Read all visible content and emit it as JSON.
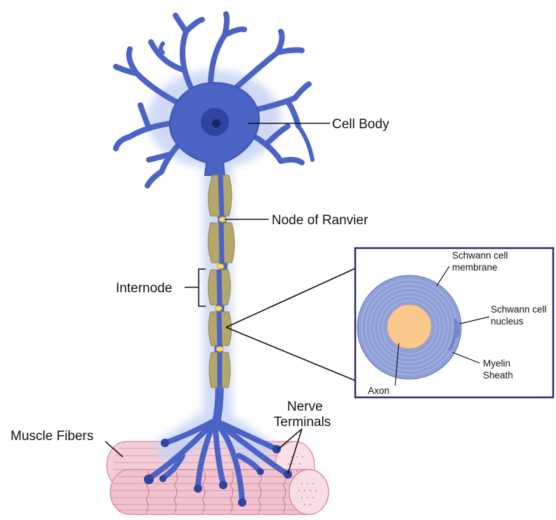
{
  "labels": {
    "cell_body": "Cell Body",
    "node_of_ranvier": "Node of Ranvier",
    "internode": "Internode",
    "muscle_fibers": "Muscle Fibers",
    "nerve_terminals_line1": "Nerve",
    "nerve_terminals_line2": "Terminals"
  },
  "inset": {
    "schwann_membrane_line1": "Schwann cell",
    "schwann_membrane_line2": "membrane",
    "schwann_nucleus_line1": "Schwann cell",
    "schwann_nucleus_line2": "nucleus",
    "myelin_line1": "Myelin",
    "myelin_line2": "Sheath",
    "axon": "Axon"
  },
  "colors": {
    "neuron": "#4a63c4",
    "neuron_dark": "#2f43a0",
    "glow": "#bccaf3",
    "myelin": "#b8a86a",
    "node": "#f7d774",
    "muscle": "#f1c7d2",
    "muscle_stripe": "#d8839b",
    "inset_border": "#2b2b6b",
    "inset_sheath": "#8ea0d6",
    "inset_axon": "#f9c98c"
  }
}
